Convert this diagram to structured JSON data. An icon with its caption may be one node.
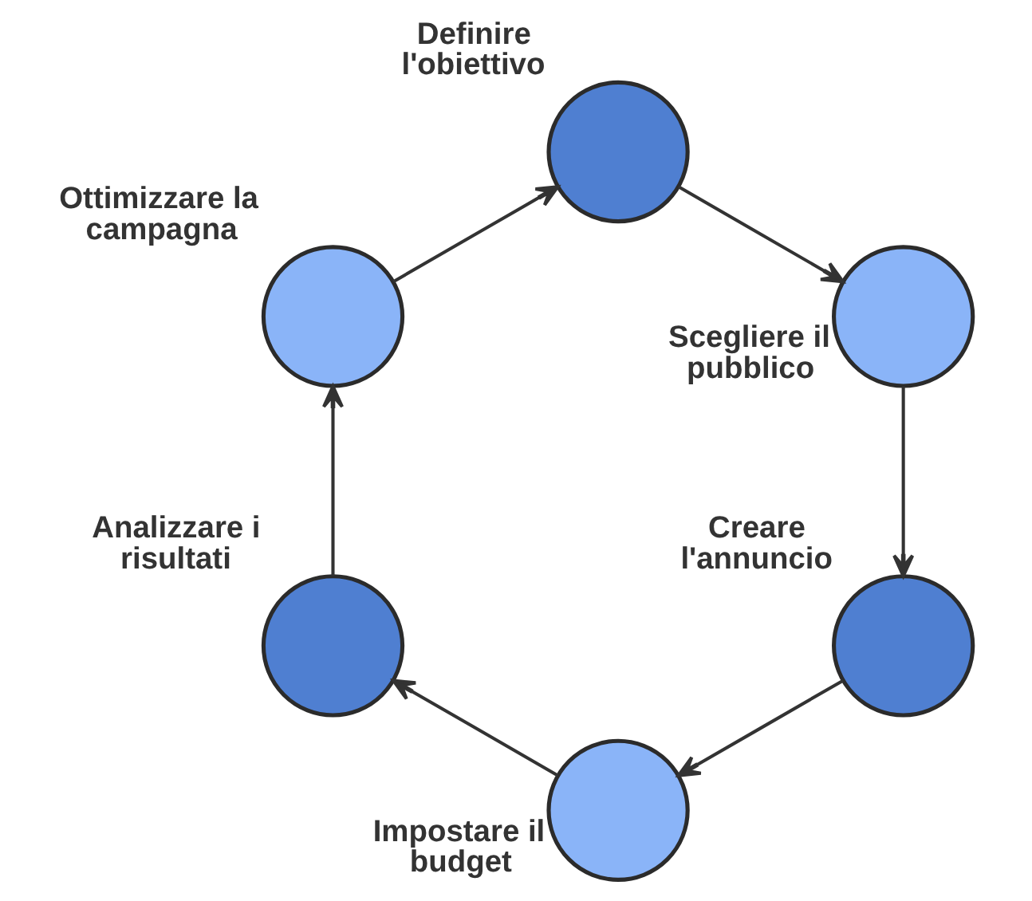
{
  "diagram": {
    "nodes": [
      {
        "text": [
          "Definire l'obiettivo"
        ]
      },
      {
        "text": [
          "Scegliere il pubblico"
        ]
      },
      {
        "text": [
          "Creare l'annuncio"
        ]
      },
      {
        "text": [
          "Impostare il budget"
        ]
      },
      {
        "text": [
          "Analizzare i risultati"
        ]
      },
      {
        "text": [
          "Ottimizzare la campagna"
        ]
      }
    ],
    "edges": [
      {
        "from": 0,
        "to": 1,
        "arrow": "to"
      },
      {
        "from": 1,
        "to": 2,
        "arrow": "to"
      },
      {
        "from": 2,
        "to": 3,
        "arrow": "to"
      },
      {
        "from": 3,
        "to": 4,
        "arrow": "to"
      },
      {
        "from": 4,
        "to": 5,
        "arrow": "to"
      },
      {
        "from": 5,
        "to": 0,
        "arrow": "to"
      }
    ]
  }
}
